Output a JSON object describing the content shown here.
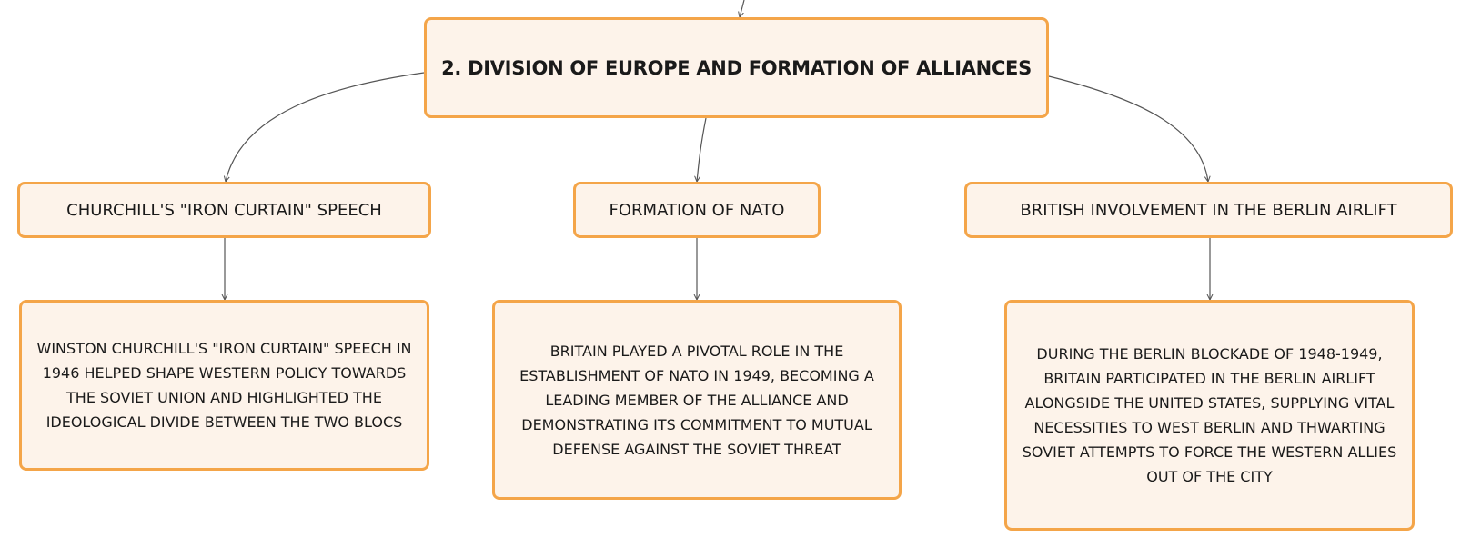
{
  "root": {
    "title": "2. DIVISION OF EUROPE AND FORMATION OF ALLIANCES"
  },
  "branches": [
    {
      "label": "CHURCHILL'S \"IRON CURTAIN\" SPEECH",
      "detail": "WINSTON CHURCHILL'S \"IRON CURTAIN\" SPEECH IN 1946 HELPED SHAPE WESTERN POLICY TOWARDS THE SOVIET UNION AND HIGHLIGHTED THE IDEOLOGICAL DIVIDE BETWEEN THE TWO BLOCS"
    },
    {
      "label": "FORMATION OF NATO",
      "detail": "BRITAIN PLAYED A PIVOTAL ROLE IN THE ESTABLISHMENT OF NATO IN 1949, BECOMING A LEADING MEMBER OF THE ALLIANCE AND DEMONSTRATING ITS COMMITMENT TO MUTUAL DEFENSE AGAINST THE SOVIET THREAT"
    },
    {
      "label": "BRITISH INVOLVEMENT IN THE BERLIN AIRLIFT",
      "detail": "DURING THE BERLIN BLOCKADE OF 1948-1949, BRITAIN PARTICIPATED IN THE BERLIN AIRLIFT ALONGSIDE THE UNITED STATES, SUPPLYING VITAL NECESSITIES TO WEST BERLIN AND THWARTING SOVIET ATTEMPTS TO FORCE THE WESTERN ALLIES OUT OF THE CITY"
    }
  ],
  "colors": {
    "node_fill": "#fdf3ea",
    "node_border": "#f4a549",
    "connector": "#555555"
  }
}
